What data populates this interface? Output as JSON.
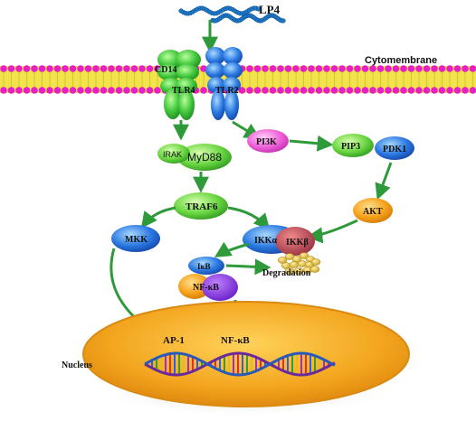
{
  "ligand": {
    "label": "LP4"
  },
  "membrane": {
    "label": "Cytomembrane"
  },
  "receptors": {
    "cd14": "CD14",
    "tlr4": "TLR4",
    "tlr2": "TLR2"
  },
  "adaptors": {
    "irak": "IRAK",
    "myd88": "MyD88",
    "traf6": "TRAF6"
  },
  "pi3k_branch": {
    "pi3k": "PI3K",
    "pip3": "PIP3",
    "pdk1": "PDK1",
    "akt": "AKT"
  },
  "mapk_branch": {
    "mkk": "MKK"
  },
  "ikk_complex": {
    "ikka": "IKKα",
    "ikkb": "IKKβ"
  },
  "nfkb_complex": {
    "ikb": "IκB",
    "nfkb": "NF-κB",
    "degradation": "Degradation"
  },
  "nucleus": {
    "label": "Nucleus",
    "ap1": "AP-1",
    "nfkb": "NF-κB"
  },
  "colors": {
    "membrane_head_pink": "#e81ec8",
    "membrane_band_yellow": "#f2e34a",
    "tlr4_green": "#35c43a",
    "tlr2_blue": "#1f6fe0",
    "arrow_green": "#2e9a3a",
    "nucleus_orange": "#f3a51e",
    "pi3k_pink": "#f060d8",
    "akt_orange": "#f7a21c",
    "mkk_blue": "#2a6fd8",
    "ikka_blue": "#3670c8",
    "ikkb_red": "#b84a55"
  }
}
